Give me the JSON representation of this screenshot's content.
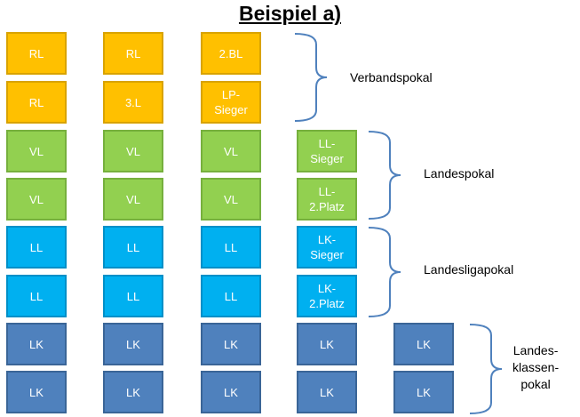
{
  "title": "Beispiel a)",
  "colors": {
    "orange": "#ffc000",
    "green": "#92d050",
    "cyan": "#00b0f0",
    "blue": "#4f81bd",
    "brace": "#4f81bd"
  },
  "rows": [
    [
      "RL",
      "RL",
      "2.BL"
    ],
    [
      "RL",
      "3.L",
      "LP-\nSieger"
    ],
    [
      "VL",
      "VL",
      "VL",
      "LL-\nSieger"
    ],
    [
      "VL",
      "VL",
      "VL",
      "LL-\n2.Platz"
    ],
    [
      "LL",
      "LL",
      "LL",
      "LK-\nSieger"
    ],
    [
      "LL",
      "LL",
      "LL",
      "LK-\n2.Platz"
    ],
    [
      "LK",
      "LK",
      "LK",
      "LK",
      "LK"
    ],
    [
      "LK",
      "LK",
      "LK",
      "LK",
      "LK"
    ]
  ],
  "groups": [
    {
      "label": "Verbandspokal"
    },
    {
      "label": "Landespokal"
    },
    {
      "label": "Landesligapokal"
    },
    {
      "label": "Landes-\nklassen-\npokal"
    }
  ]
}
